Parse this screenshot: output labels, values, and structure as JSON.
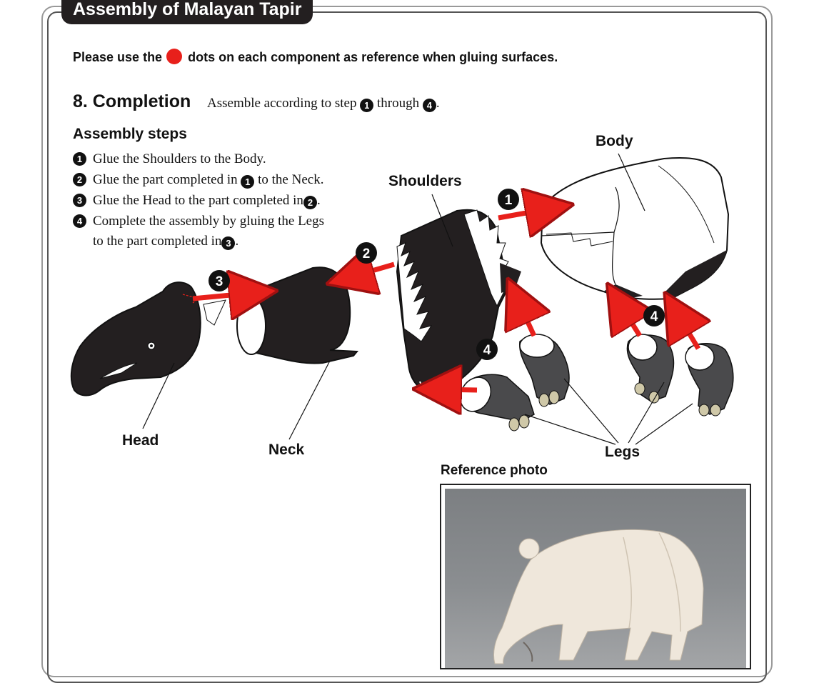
{
  "header": {
    "title": "Assembly of Malayan Tapir"
  },
  "note": {
    "before_dot": "Please use the",
    "after_dot": "dots on each component as reference when gluing surfaces."
  },
  "section": {
    "heading": "8. Completion",
    "description_before": "Assemble according to step",
    "description_step_start": "1",
    "description_middle": "through",
    "description_step_end": "4",
    "description_end": "."
  },
  "assembly": {
    "title": "Assembly steps",
    "steps": [
      {
        "num": "1",
        "text_before": "Glue the Shoulders to the Body."
      },
      {
        "num": "2",
        "text_before": "Glue the part completed in",
        "ref": "1",
        "text_after": "to the Neck."
      },
      {
        "num": "3",
        "text_before": "Glue the Head to the part completed in",
        "ref": "2",
        "text_after": "."
      },
      {
        "num": "4",
        "text_before": "Complete the assembly by gluing the Legs",
        "line2_before": "to the part completed in",
        "ref": "3",
        "text_after": "."
      }
    ]
  },
  "diagram": {
    "labels": {
      "body": "Body",
      "shoulders": "Shoulders",
      "neck": "Neck",
      "head": "Head",
      "legs": "Legs"
    },
    "step_markers": [
      "1",
      "2",
      "3",
      "4",
      "4"
    ],
    "colors": {
      "arrow": "#e8201b",
      "part_dark": "#231f20",
      "part_light": "#ffffff",
      "leg_gray": "#4a4a4c",
      "hoof": "#cfc8a8"
    }
  },
  "reference": {
    "label": "Reference photo"
  }
}
